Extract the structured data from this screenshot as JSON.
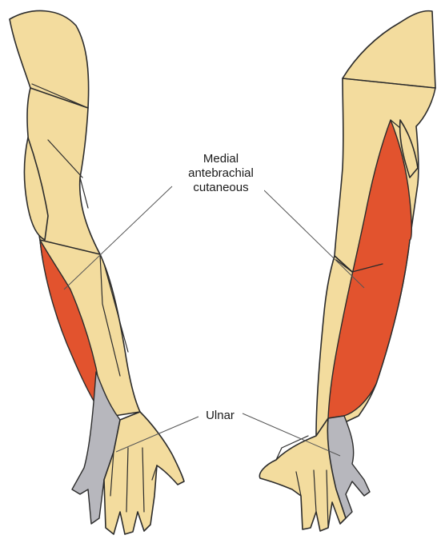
{
  "labels": {
    "medial_antebrachial": [
      "Medial",
      "antebrachial",
      "cutaneous"
    ],
    "ulnar": "Ulnar"
  },
  "colors": {
    "skin": "#f3dc9e",
    "medial_antebrachial_cutaneous_zone": "#e2532e",
    "ulnar_zone": "#b7b7bd",
    "outline": "#2b2b2b"
  }
}
